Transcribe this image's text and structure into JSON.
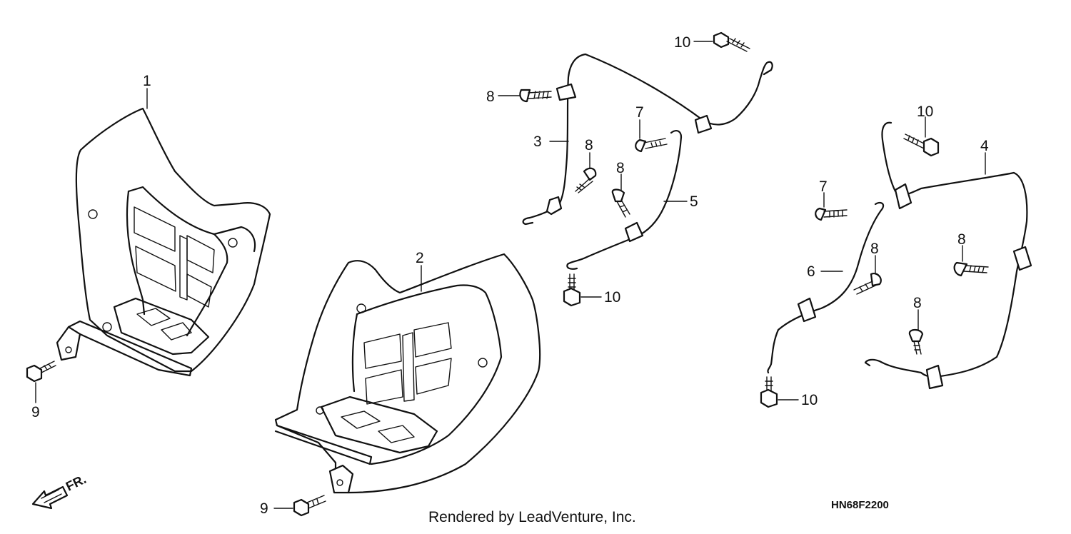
{
  "callouts": {
    "c1": "1",
    "c2": "2",
    "c3": "3",
    "c4": "4",
    "c5": "5",
    "c6": "6",
    "c7": "7",
    "c8": "8",
    "c9": "9",
    "c10": "10"
  },
  "front_indicator": "FR.",
  "credit": "Rendered by LeadVenture, Inc.",
  "diagram_code": "HN68F2200",
  "colors": {
    "line": "#111111",
    "background": "#ffffff"
  }
}
